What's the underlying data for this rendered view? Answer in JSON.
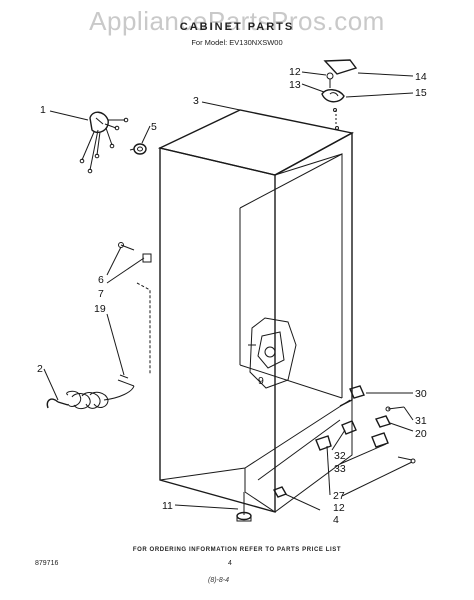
{
  "watermark": "AppliancePartsPros.com",
  "title": "CABINET PARTS",
  "model": "For Model: EV130NXSW00",
  "footer_note": "FOR ORDERING INFORMATION REFER TO PARTS PRICE LIST",
  "doc_number": "879716",
  "page_number": "4",
  "date_code": "(8)-8-4",
  "callouts": {
    "c1": "1",
    "c2": "2",
    "c3": "3",
    "c4": "4",
    "c5": "5",
    "c6": "6",
    "c7": "7",
    "c9": "9",
    "c11": "11",
    "c12a": "12",
    "c12b": "12",
    "c13": "13",
    "c14": "14",
    "c15": "15",
    "c19": "19",
    "c20": "20",
    "c27": "27",
    "c30": "30",
    "c31": "31",
    "c32": "32",
    "c33": "33"
  }
}
